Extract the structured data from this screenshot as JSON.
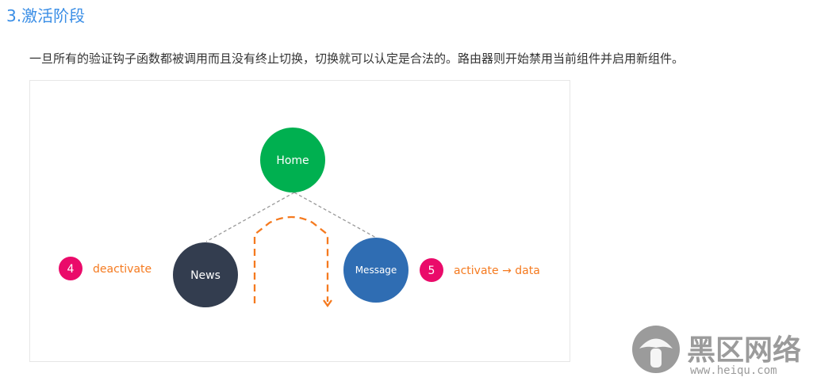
{
  "section": {
    "heading": "3.激活阶段",
    "description": "一旦所有的验证钩子函数都被调用而且没有终止切换，切换就可以认定是合法的。路由器则开始禁用当前组件并启用新组件。"
  },
  "diagram": {
    "nodes": {
      "home": {
        "label": "Home",
        "color": "#00b050"
      },
      "news": {
        "label": "News",
        "color": "#333d4f"
      },
      "message": {
        "label": "Message",
        "color": "#2f6db3"
      }
    },
    "steps": [
      {
        "number": "4",
        "label": "deactivate",
        "badge_color": "#ea0b6a",
        "text_color": "#f57a1f"
      },
      {
        "number": "5",
        "label": "activate → data",
        "badge_color": "#ea0b6a",
        "text_color": "#f57a1f"
      }
    ],
    "colors": {
      "connector": "#999999",
      "transition_arrow": "#f57a1f"
    }
  },
  "watermark": {
    "brand": "黑区网络",
    "url": "www.heiqu.com"
  }
}
